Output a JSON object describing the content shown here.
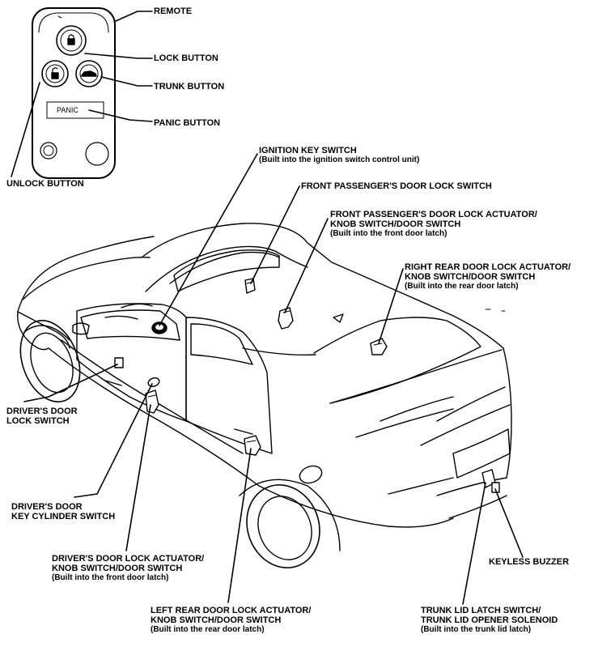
{
  "remote": {
    "remote_label": "REMOTE",
    "lock_button_label": "LOCK BUTTON",
    "trunk_button_label": "TRUNK BUTTON",
    "panic_button_label": "PANIC BUTTON",
    "unlock_button_label": "UNLOCK BUTTON",
    "panic_text": "PANIC"
  },
  "callouts": {
    "ignition_key_switch": {
      "title": "IGNITION KEY SWITCH",
      "note": "(Built into the ignition switch control unit)"
    },
    "front_passenger_door_lock_switch": {
      "title": "FRONT PASSENGER'S DOOR LOCK SWITCH"
    },
    "front_passenger_door_lock_actuator": {
      "line1": "FRONT PASSENGER'S DOOR LOCK ACTUATOR/",
      "line2": "KNOB SWITCH/DOOR SWITCH",
      "note": "(Built into the front door latch)"
    },
    "right_rear_door_lock_actuator": {
      "line1": "RIGHT REAR DOOR LOCK ACTUATOR/",
      "line2": "KNOB SWITCH/DOOR SWITCH",
      "note": "(Built into the rear door latch)"
    },
    "drivers_door_lock_switch": {
      "line1": "DRIVER'S DOOR",
      "line2": "LOCK SWITCH"
    },
    "drivers_door_key_cylinder_switch": {
      "line1": "DRIVER'S DOOR",
      "line2": "KEY CYLINDER SWITCH"
    },
    "drivers_door_lock_actuator": {
      "line1": "DRIVER'S DOOR LOCK ACTUATOR/",
      "line2": "KNOB SWITCH/DOOR SWITCH",
      "note": "(Built into the front door latch)"
    },
    "left_rear_door_lock_actuator": {
      "line1": "LEFT REAR DOOR LOCK ACTUATOR/",
      "line2": "KNOB SWITCH/DOOR SWITCH",
      "note": "(Built into the rear door latch)"
    },
    "keyless_buzzer": {
      "title": "KEYLESS BUZZER"
    },
    "trunk_lid_latch_switch": {
      "line1": "TRUNK LID LATCH SWITCH/",
      "line2": "TRUNK LID OPENER SOLENOID",
      "note": "(Built into the trunk lid latch)"
    }
  }
}
